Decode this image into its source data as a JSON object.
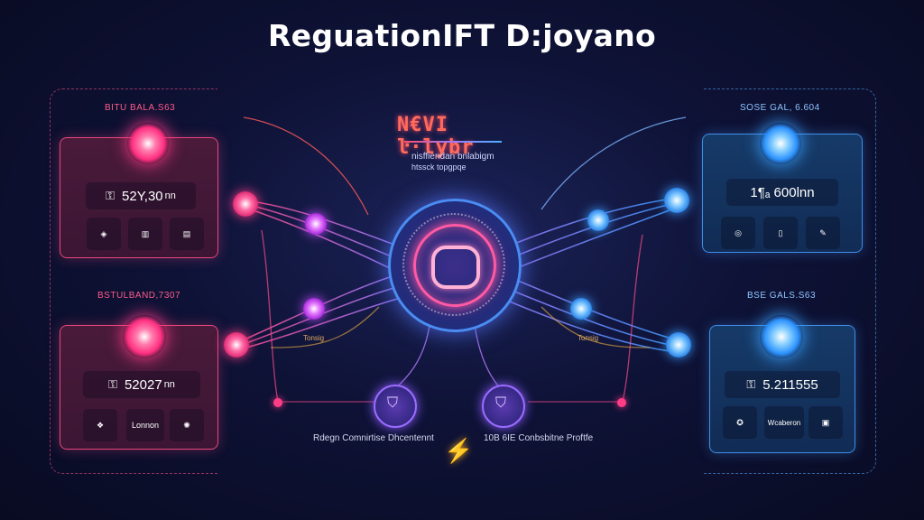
{
  "title": "ReguationIFT D:joyano",
  "center_brand": {
    "logo_text": "N€VI ŀ·lybr",
    "line1": "nisffiendan bnlabigm",
    "line2": "htssck topgpqe"
  },
  "left_top": {
    "caption": "BITU BALA.S63",
    "value": "52Y,30",
    "value_unit": "nn"
  },
  "left_bottom": {
    "caption": "BSTULBAND,7307",
    "value": "52027",
    "value_unit": "nn",
    "tile_text": "Lonnon"
  },
  "right_top": {
    "caption": "SOSE GAL, 6.604",
    "value": "1¶ₐ 600lnn"
  },
  "right_bottom": {
    "caption": "BSE GALS.S63",
    "value": "5.211555",
    "tile_text": "Wcaberon"
  },
  "bottom_labels": {
    "left": "Rdegn Comnirtise Dhcentennt",
    "right": "10B 6IE Conbsbitne Proftfe"
  },
  "link_labels": {
    "left": "Tonsig",
    "right": "Tonsig"
  },
  "colors": {
    "pink_accent": "#e8467c",
    "blue_accent": "#3f8ee8",
    "hub_ring": "#ff5aa3",
    "bolt": "#f5a623"
  }
}
